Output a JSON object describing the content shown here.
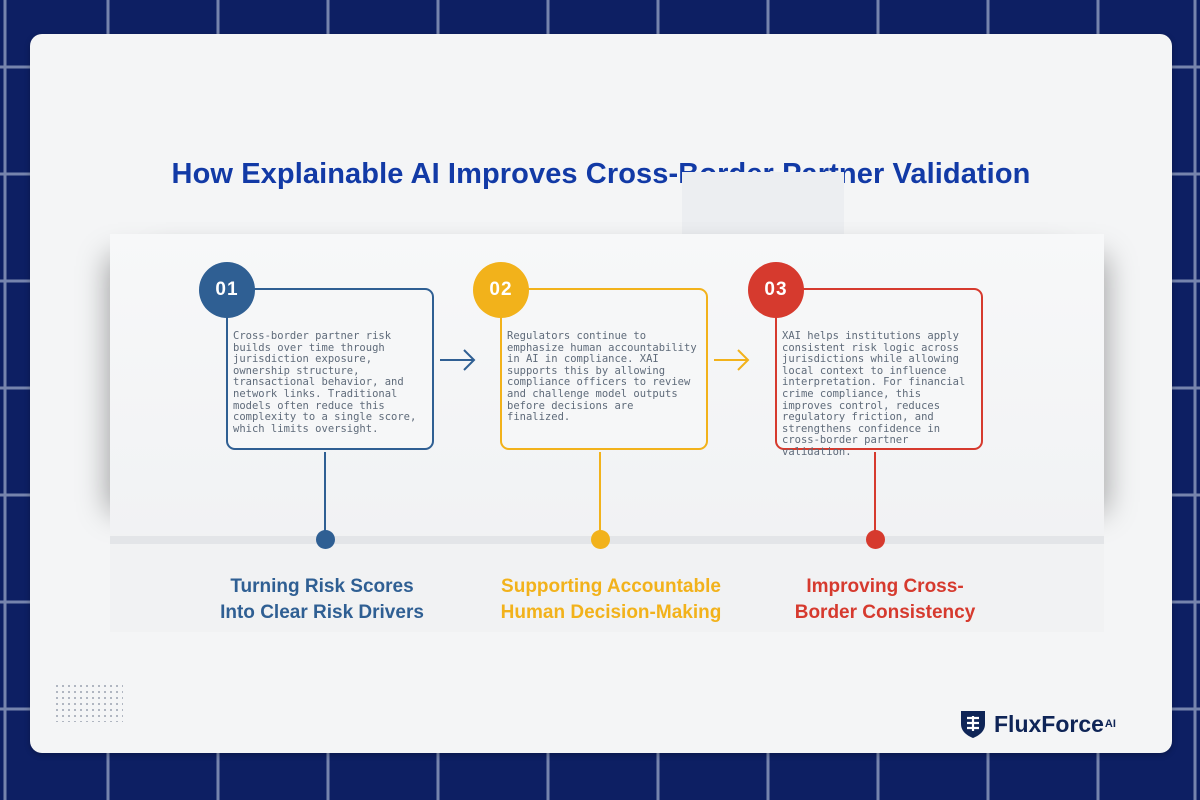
{
  "title": "How Explainable AI Improves Cross-Border Partner Validation",
  "steps": [
    {
      "number": "01",
      "color": "#2f5f93",
      "text": "Cross-border partner risk builds over time through jurisdiction exposure, ownership structure, transactional behavior, and network links. Traditional models often reduce this complexity to a single score, which limits oversight.",
      "label_line1": "Turning Risk Scores",
      "label_line2": "Into Clear Risk Drivers"
    },
    {
      "number": "02",
      "color": "#f2b21b",
      "text": "Regulators continue to emphasize human accountability in AI in compliance. XAI supports this by allowing compliance officers to review and challenge model outputs before decisions are finalized.",
      "label_line1": "Supporting Accountable",
      "label_line2": "Human Decision-Making"
    },
    {
      "number": "03",
      "color": "#d63a2e",
      "text": "XAI helps institutions apply consistent risk logic across jurisdictions while allowing local context to influence interpretation. For financial crime compliance, this improves control, reduces regulatory friction, and strengthens confidence in cross-border partner validation.",
      "label_line1": "Improving Cross-",
      "label_line2": "Border Consistency"
    }
  ],
  "icons": {
    "arrow": "arrow-right-icon",
    "logo": "shield-logo-icon"
  },
  "logo": {
    "name": "FluxForce",
    "suffix": "AI"
  },
  "colors": {
    "background": "#0d1f63",
    "title": "#123aa6",
    "logo": "#0f2557"
  }
}
